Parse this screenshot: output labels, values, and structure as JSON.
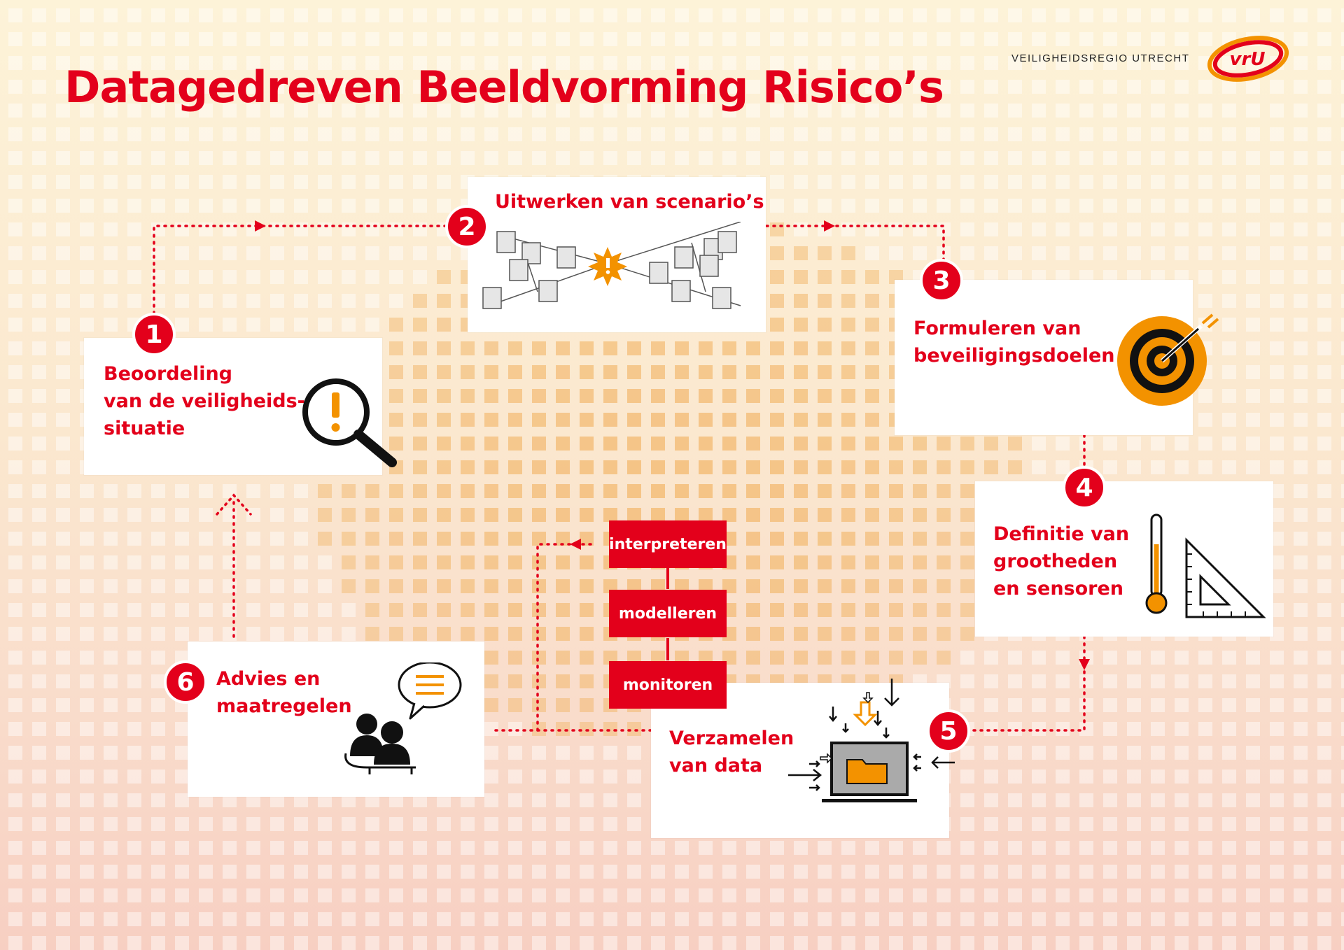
{
  "header": {
    "title": "Datagedreven Beeldvorming Risico’s",
    "organization": "VEILIGHEIDSREGIO UTRECHT",
    "logo_text": "vrU"
  },
  "colors": {
    "accent": "#e3001b",
    "highlight": "#f39200",
    "tile": "#f2b76b"
  },
  "steps": [
    {
      "number": "1",
      "label": "Beoordeling\nvan de veiligheids-\nsituatie",
      "icon": "magnifier-alert-icon"
    },
    {
      "number": "2",
      "label": "Uitwerken van scenario’s",
      "icon": "scenario-network-icon"
    },
    {
      "number": "3",
      "label": "Formuleren van\nbeveiligingsdoelen",
      "icon": "target-icon"
    },
    {
      "number": "4",
      "label": "Definitie van\ngrootheden\nen sensoren",
      "icon": "thermometer-ruler-icon"
    },
    {
      "number": "5",
      "label": "Verzamelen\nvan data",
      "icon": "laptop-data-icon"
    },
    {
      "number": "6",
      "label": "Advies en\nmaatregelen",
      "icon": "people-speech-icon"
    }
  ],
  "analysis": [
    "interpreteren",
    "modelleren",
    "monitoren"
  ]
}
